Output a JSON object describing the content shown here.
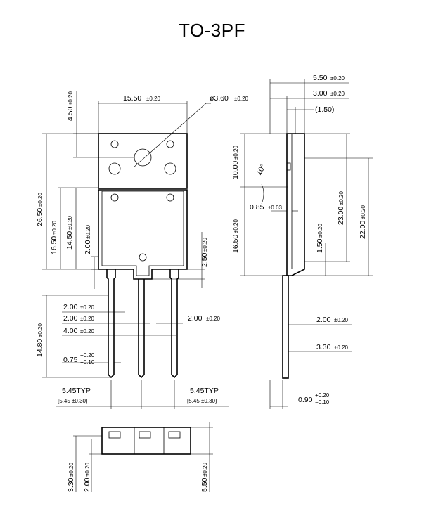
{
  "title": "TO-3PF",
  "dims": {
    "front_width": {
      "v": "15.50",
      "t": "±0.20"
    },
    "hole_dia": {
      "v": "ø3.60",
      "t": "±0.20"
    },
    "top_to_hole": {
      "v": "4.50",
      "t": "±0.20"
    },
    "total_height": {
      "v": "26.50",
      "t": "±0.20"
    },
    "lower_height": {
      "v": "16.50",
      "t": "±0.20"
    },
    "h1450": {
      "v": "14.50",
      "t": "±0.20"
    },
    "h200_a": {
      "v": "2.00",
      "t": "±0.20"
    },
    "h250": {
      "v": "2.50",
      "t": "±0.20"
    },
    "lead_len": {
      "v": "14.80",
      "t": "±0.20"
    },
    "w200_a": {
      "v": "2.00",
      "t": "±0.20"
    },
    "w200_b": {
      "v": "2.00",
      "t": "±0.20"
    },
    "w400": {
      "v": "4.00",
      "t": "±0.20"
    },
    "w200_c": {
      "v": "2.00",
      "t": "±0.20"
    },
    "lead_w": {
      "v": "0.75",
      "t_plus": "+0.20",
      "t_minus": "−0.10"
    },
    "pitch_l": {
      "v": "5.45TYP",
      "t": "[5.45 ±0.30]"
    },
    "pitch_r": {
      "v": "5.45TYP",
      "t": "[5.45 ±0.30]"
    },
    "side_550": {
      "v": "5.50",
      "t": "±0.20"
    },
    "side_300": {
      "v": "3.00",
      "t": "±0.20"
    },
    "side_150": {
      "v": "(1.50)"
    },
    "side_1000": {
      "v": "10.00",
      "t": "±0.20"
    },
    "angle": {
      "v": "10°"
    },
    "side_085": {
      "v": "0.85",
      "t": "±0.03"
    },
    "side_1650": {
      "v": "16.50",
      "t": "±0.20"
    },
    "side_2300": {
      "v": "23.00",
      "t": "±0.20"
    },
    "side_2200": {
      "v": "22.00",
      "t": "±0.20"
    },
    "side_150b": {
      "v": "1.50",
      "t": "±0.20"
    },
    "side_200": {
      "v": "2.00",
      "t": "±0.20"
    },
    "side_330": {
      "v": "3.30",
      "t": "±0.20"
    },
    "side_090": {
      "v": "0.90",
      "t_plus": "+0.20",
      "t_minus": "−0.10"
    },
    "bot_330": {
      "v": "3.30",
      "t": "±0.20"
    },
    "bot_200": {
      "v": "2.00",
      "t": "±0.20"
    },
    "bot_550": {
      "v": "5.50",
      "t": "±0.20"
    }
  }
}
